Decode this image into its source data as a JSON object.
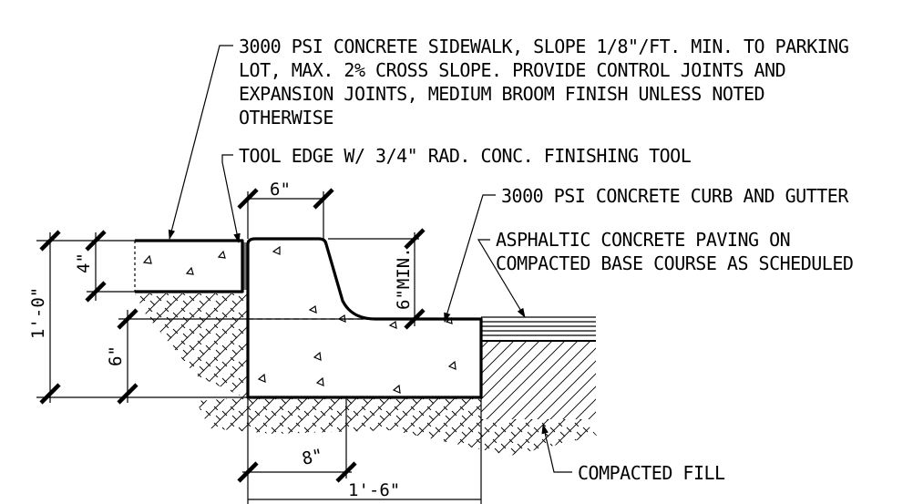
{
  "notes": {
    "sidewalk": [
      "3000 PSI CONCRETE SIDEWALK, SLOPE 1/8\"/FT. MIN. TO PARKING",
      "LOT, MAX. 2% CROSS SLOPE. PROVIDE CONTROL JOINTS AND",
      "EXPANSION JOINTS, MEDIUM BROOM FINISH UNLESS NOTED",
      "OTHERWISE"
    ],
    "tool_edge": "TOOL EDGE W/ 3/4\" RAD. CONC. FINISHING TOOL",
    "curb": "3000 PSI CONCRETE CURB AND GUTTER",
    "paving": [
      "ASPHALTIC CONCRETE PAVING ON",
      "COMPACTED BASE COURSE AS SCHEDULED"
    ],
    "fill": "COMPACTED FILL"
  },
  "dimensions": {
    "curb_top_width": "6\"",
    "sidewalk_thickness": "4\"",
    "total_height": "1'-0\"",
    "gutter_depth": "6\"",
    "curb_reveal": "6\"MIN.",
    "curb_base_width": "8\"",
    "total_width": "1'-6\""
  }
}
